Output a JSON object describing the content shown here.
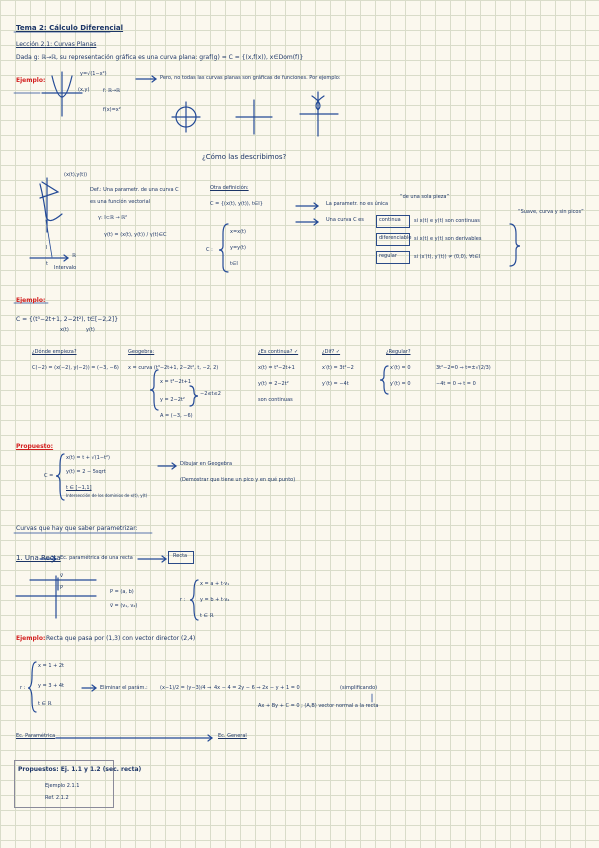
{
  "header": {
    "title": "Tema 2: Cálculo Diferencial",
    "lesson": "Lección 2.1: Curvas Planas",
    "definition": "Dada g: ℝ→ℝ, su representación gráfica es una curva plana: graf(g) = C = {(x,f(x)), x∈Dom(f)}",
    "example_label": "Ejemplo:",
    "circle_eq_top": "y=√(1−x²)",
    "point_label": "(x,y)",
    "f_map": "f: ℝ→ℝ",
    "f_rule": "f(x)=x²",
    "remark": "Pero, no todas las curvas planas son gráficas de funciones. Por ejemplo:"
  },
  "section_param": {
    "question": "¿Cómo las describimos?",
    "curve_point": "(x(t),y(t))",
    "interval_mark": "I",
    "interval_t": "t",
    "interval_label": "Intervalo",
    "axis_label": "ℝ",
    "def_line1": "Def.: Una parametr. de una curva C",
    "def_line2": "es una función vectorial",
    "def_line3": "γ: I⊂ℝ → ℝ²",
    "def_line4": "γ(t) = (x(t), y(t)) / γ(t)∈C",
    "other_def_title": "Otra definición:",
    "c_set": "C = {(x(t), y(t)), t∈I}",
    "sys_x": "x=x(t)",
    "sys_y": "y=y(t)",
    "sys_t": "t∈I",
    "c_eq": "C :",
    "arrow1": "La parametr. no es única",
    "arrow2": "Una curva C es",
    "note_no_jump": "“de una sola pieza”",
    "note_smooth": "“Suave, curva y sin picos”",
    "boxed": [
      "continua",
      "diferenciable",
      "regular"
    ],
    "conds": [
      "si x(t) e y(t) son continuas",
      "si x(t) e y(t) son derivables",
      "si (x′(t), y′(t)) ≠ (0,0), ∀t∈I"
    ]
  },
  "example2": {
    "label": "Ejemplo:",
    "curve": "C = {(t³−2t+1, 2−2t²), t∈[−2,2]}",
    "sub_x": "x(t)",
    "sub_y": "y(t)",
    "headers": [
      "¿Dónde empieza?",
      "Geogebra:",
      "¿Es continua? ✓",
      "¿Dif? ✓",
      "¿Regular?"
    ],
    "start": "C(−2) = (x(−2), y(−2)) = (−3, −6)",
    "geo1": "x = curva (t³−2t+1, 2−2t², t, −2, 2)",
    "geo2": "x = t³−2t+1",
    "geo3": "y = 2−2t²",
    "geo_range": "−2≤t≤2",
    "geo4": "A = (−3, −6)",
    "cont1": "x(t) = t³−2t+1",
    "cont2": "y(t) = 2−2t²",
    "cont3": "son continuas",
    "dif1": "x′(t) = 3t²−2",
    "dif2": "y′(t) = −4t",
    "reg1": "x′(t) = 0",
    "reg2": "y′(t) = 0",
    "reg3": "3t²−2=0 ⇒ t=±√(2/3)",
    "reg4": "−4t = 0 ⇒ t = 0"
  },
  "proposal": {
    "label": "Propuesto:",
    "c_label": "C =",
    "line1": "x(t) = t + √(1−t²)",
    "line2": "y(t) = 2 − 5sqrt",
    "line3": "t ∈ [−1,1]",
    "line3_note": "Intersección de los dominios de x(t), y(t)",
    "draw1": "Dibujar en Geogebra",
    "draw2": "(Demostrar que tiene un pico y en qué punto)"
  },
  "curves_section": {
    "title": "Curvas que hay que saber parametrizar:",
    "item1": "1. Una Recta",
    "item1_arrow": "Ec. paramétrica de una recta",
    "tag": "Recta",
    "vec_label": "v⃗",
    "p_label": "P",
    "point": "P = (a, b)",
    "vector": "v⃗ = (v₁, v₂)",
    "r_label": "r :",
    "eq_x": "x = a + t·v₁",
    "eq_y": "y = b + t·v₂",
    "eq_t": "t ∈ ℝ"
  },
  "example3": {
    "label": "Ejemplo:",
    "text": "Recta que pasa por (1,3) con vector director (2,4)",
    "r_label": "r :",
    "x": "x = 1 + 2t",
    "y": "y = 3 + 4t",
    "t": "t ∈ ℝ",
    "eliminate": "Eliminar el parám.:",
    "frac": "(x−1)/2 = (y−3)/4 ⇒",
    "implicit": "4x − 4 = 2y − 6 ⇒ 2x − y + 1 = 0",
    "implicit_note": "(simplificando)",
    "general": "Ax + By + C = 0 ; (A,B) vector normal a la recta"
  },
  "conversion": {
    "from": "Ec. Paramétrica",
    "to": "Ec. General"
  },
  "box_final": {
    "title": "Propuestos: Ej. 1.1 y 1.2 (sec. recta)",
    "line1": "Ejemplo 2.1.1",
    "line2": "Ref. 2.1.2"
  },
  "colors": {
    "ink": "#1c3566",
    "red": "#d31f1f",
    "grid": "#d9dcc9",
    "paper": "#fbf8ee"
  }
}
